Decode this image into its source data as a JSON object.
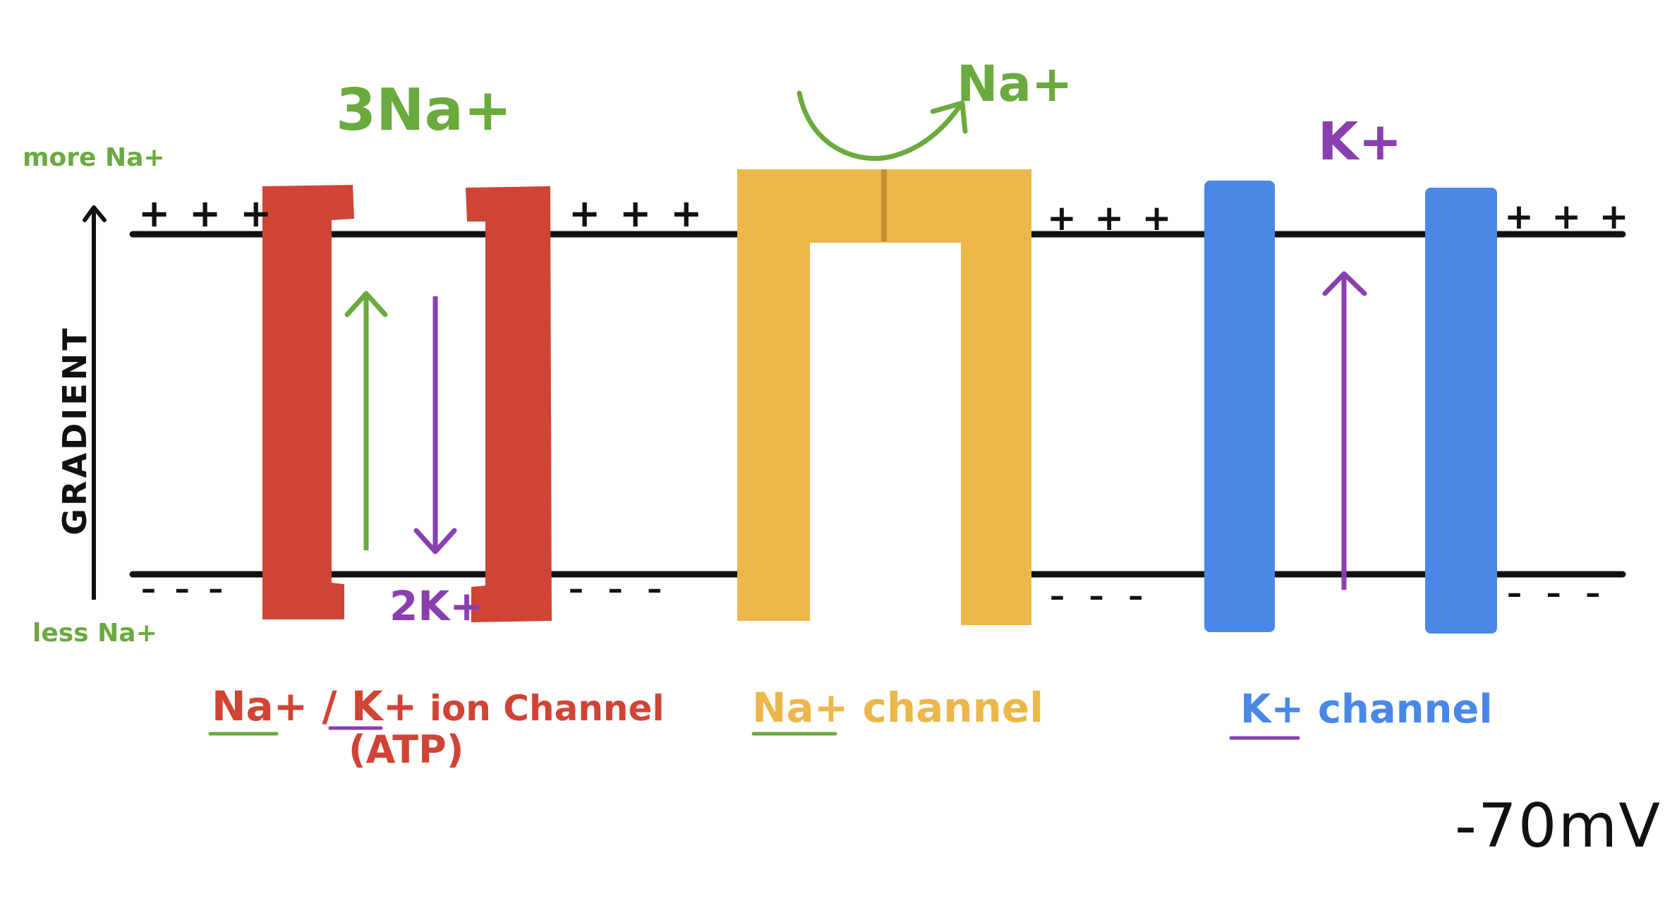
{
  "gradient": {
    "top_label": "more Na+",
    "bottom_label": "less Na+",
    "axis_label": "GRADIENT"
  },
  "membrane": {
    "outside_charge": "+ + +",
    "inside_charge": "– – –"
  },
  "pump": {
    "ion_out": "3Na+",
    "ion_in": "2K+",
    "label_na": "Na+",
    "label_sep": " / ",
    "label_k": "K+",
    "label_rest": " ion Channel",
    "label_sub": "(ATP)"
  },
  "na_channel": {
    "ion": "Na+",
    "label_na": "Na+",
    "label_rest": " channel"
  },
  "k_channel": {
    "ion": "K+",
    "label_k": "K+",
    "label_rest": " channel"
  },
  "potential": "-70mV",
  "colors": {
    "pump": "#d04436",
    "na_channel": "#ecb74a",
    "na_channel_seam": "#c98e2b",
    "k_channel": "#4a88e8",
    "sodium": "#6aaa3e",
    "potassium": "#8a3fb0",
    "ink": "#111111"
  }
}
